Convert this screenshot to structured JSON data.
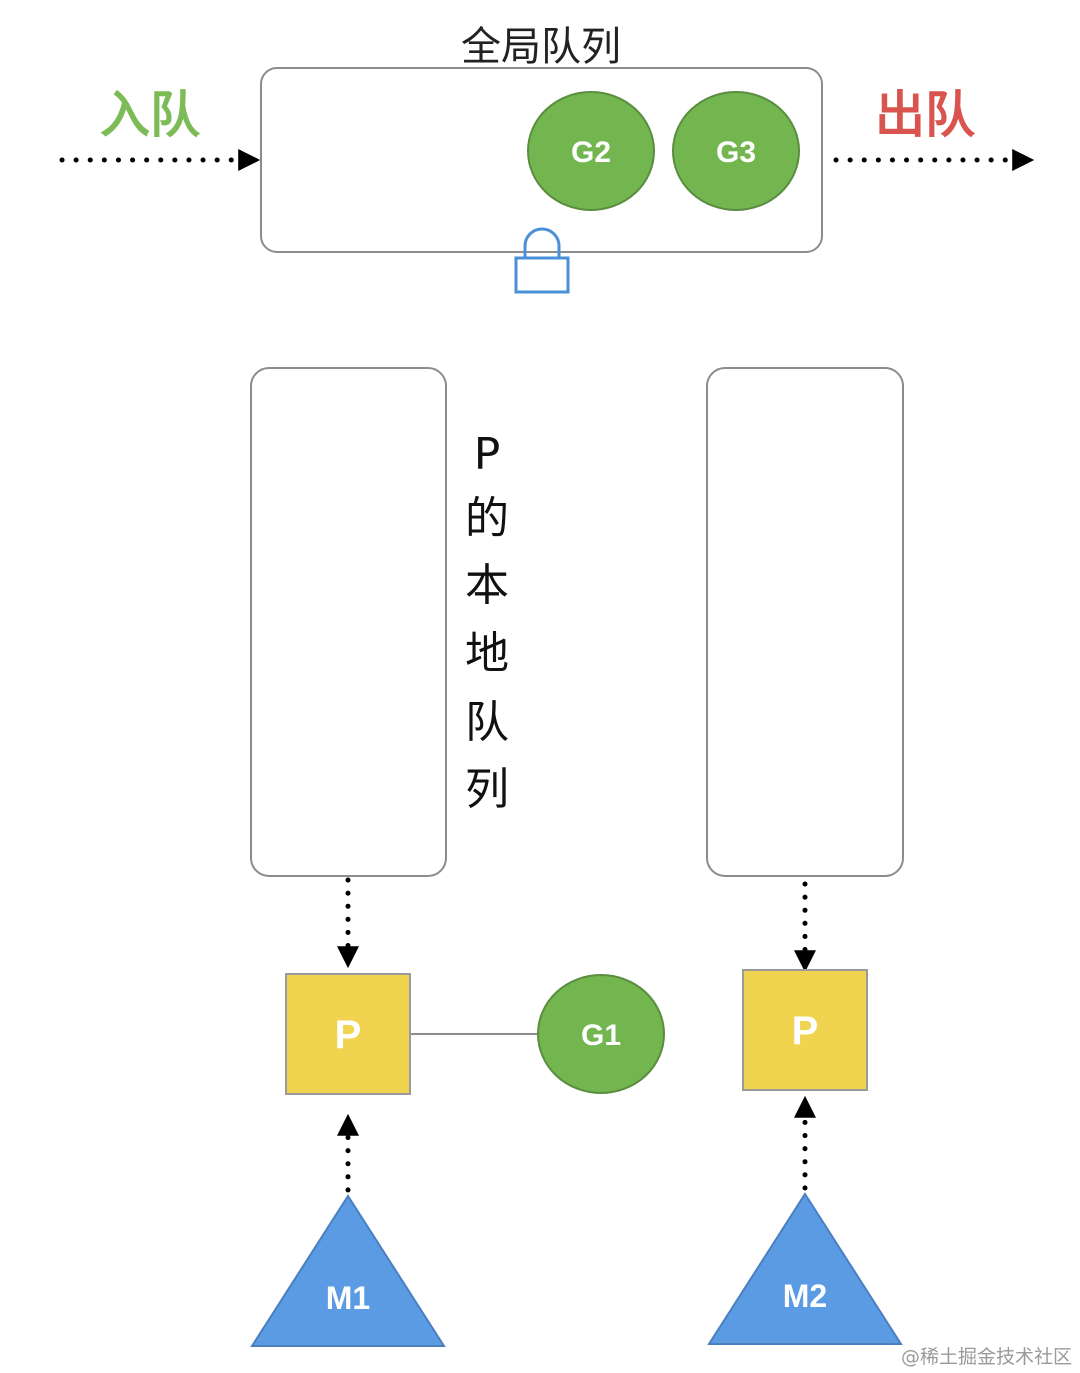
{
  "global_queue": {
    "title": "全局队列",
    "goroutines": [
      "G2",
      "G3"
    ]
  },
  "enqueue_label": "入队",
  "dequeue_label": "出队",
  "local_queue": {
    "chars": [
      "P",
      "的",
      "本",
      "地",
      "队",
      "列"
    ]
  },
  "processors": [
    {
      "label": "P"
    },
    {
      "label": "P"
    }
  ],
  "running_goroutine": "G1",
  "machines": [
    {
      "label": "M1"
    },
    {
      "label": "M2"
    }
  ],
  "watermark": "@稀土掘金技术社区",
  "colors": {
    "enqueue": "#7dbb56",
    "dequeue": "#d9534f",
    "goroutine_fill": "#73b64f",
    "goroutine_stroke": "#5a8d3f",
    "processor_fill": "#f0d34f",
    "processor_stroke": "#9a9a9a",
    "machine_fill": "#5a9be3",
    "machine_stroke": "#4a7fc0",
    "lock": "#4a90d9",
    "box_stroke": "#8c8c8c"
  },
  "icons": {
    "lock": "lock-icon"
  }
}
